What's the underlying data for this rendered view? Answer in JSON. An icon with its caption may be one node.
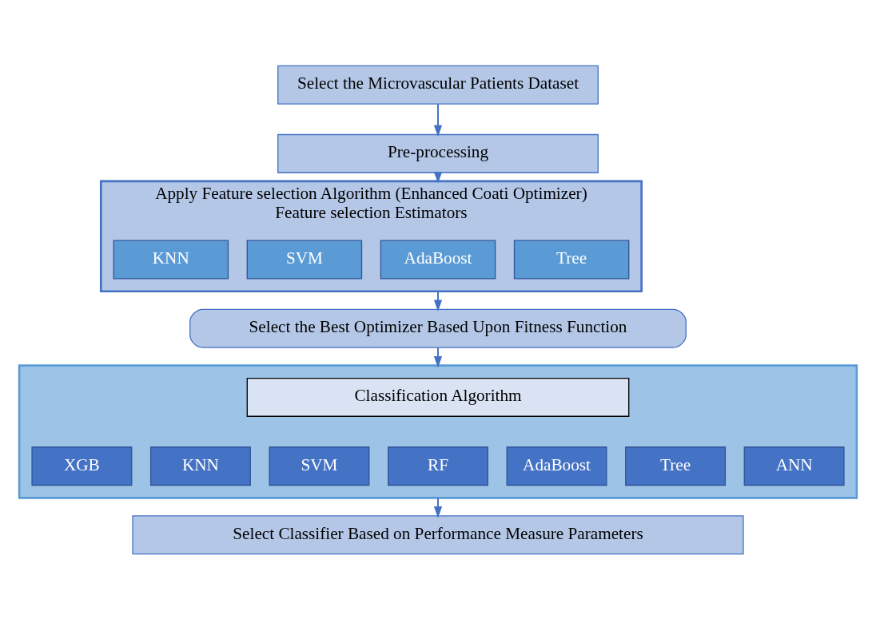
{
  "diagram": {
    "nodes": [
      {
        "text": [
          "Select the Microvascular Patients Dataset"
        ]
      },
      {
        "text": [
          "Pre-processing"
        ]
      },
      {
        "text": [
          "Apply Feature selection Algorithm (Enhanced Coati Optimizer)",
          "Feature selection Estimators"
        ]
      },
      {
        "text": [
          "KNN"
        ],
        "in": 2
      },
      {
        "text": [
          "SVM"
        ],
        "in": 2
      },
      {
        "text": [
          "AdaBoost"
        ],
        "in": 2
      },
      {
        "text": [
          "Tree"
        ],
        "in": 2
      },
      {
        "text": [
          "Select the Best Optimizer Based Upon Fitness Function"
        ]
      },
      {
        "text": [],
        "shape": "box"
      },
      {
        "text": [
          "Classification Algorithm"
        ],
        "in": 8
      },
      {
        "text": [
          "XGB"
        ],
        "in": 8
      },
      {
        "text": [
          "KNN"
        ],
        "in": 8
      },
      {
        "text": [
          "SVM"
        ],
        "in": 8
      },
      {
        "text": [
          "RF"
        ],
        "in": 8
      },
      {
        "text": [
          "AdaBoost"
        ],
        "in": 8
      },
      {
        "text": [
          "Tree"
        ],
        "in": 8
      },
      {
        "text": [
          "ANN"
        ],
        "in": 8
      },
      {
        "text": [
          "Select Classifier Based on Performance Measure Parameters"
        ]
      }
    ],
    "edges": [
      {
        "from": 0,
        "to": 1,
        "arrow": "to"
      },
      {
        "from": 1,
        "to": 2,
        "arrow": "to"
      },
      {
        "from": 2,
        "to": 7,
        "arrow": "to"
      },
      {
        "from": 7,
        "to": 8,
        "arrow": "to"
      },
      {
        "from": 8,
        "to": 17,
        "arrow": "to"
      }
    ]
  }
}
